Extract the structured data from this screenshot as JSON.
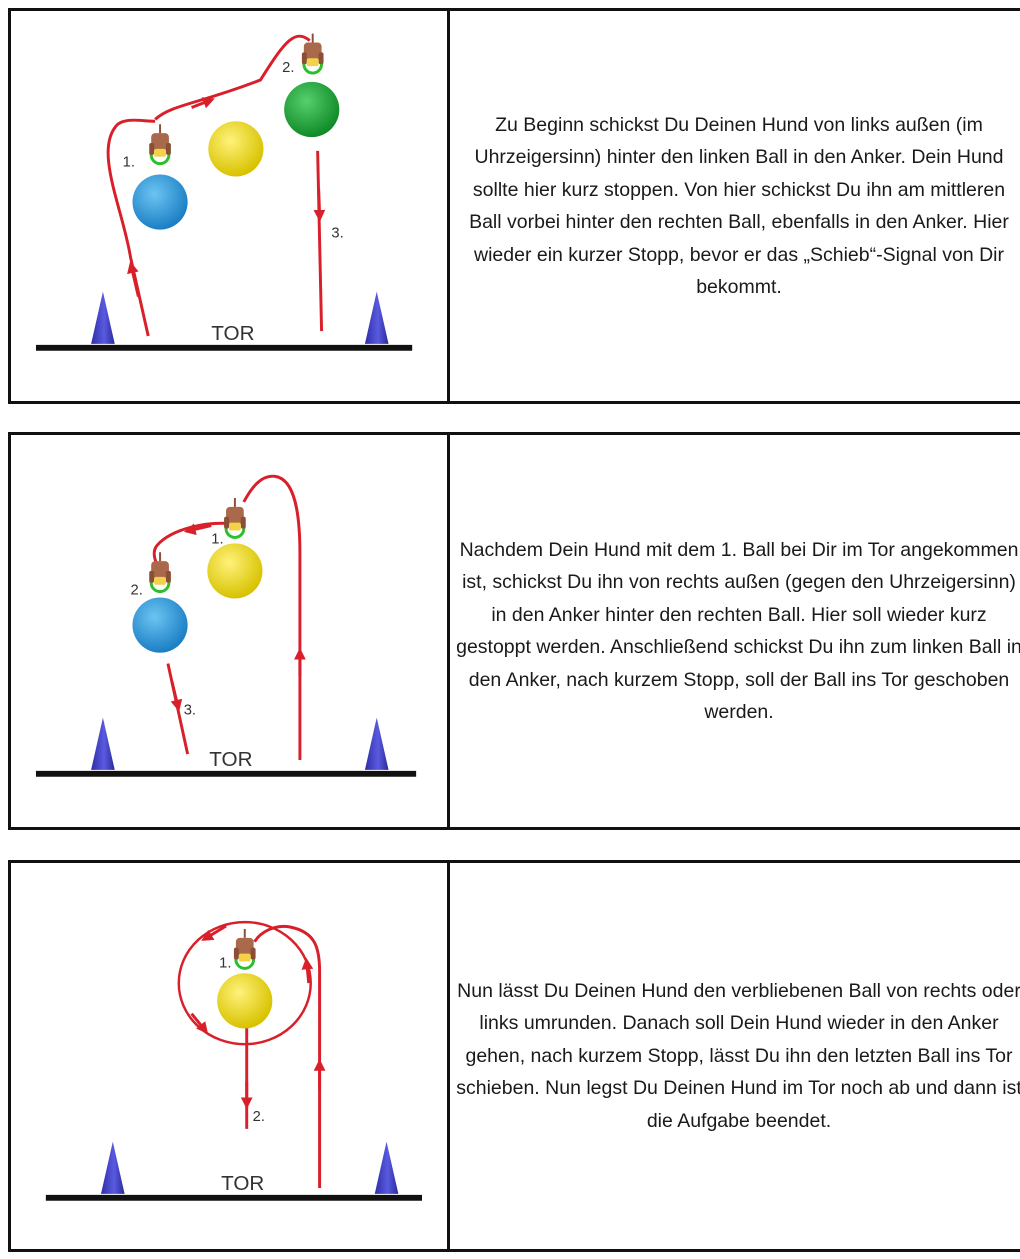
{
  "colors": {
    "path": "#d9202a",
    "ball_blue": "#2f9ee0",
    "ball_yellow": "#ecd81c",
    "ball_green": "#1fa23a",
    "cone": "#3f3fc6",
    "dog": "#a9694a",
    "goal_line": "#111111",
    "anchor": "#2bbf2b"
  },
  "icons": [
    "dog-icon",
    "ball-icon",
    "cone-icon",
    "anchor-icon",
    "arrow-icon"
  ],
  "panels": [
    {
      "goal_label": "TOR",
      "markers": [
        "1.",
        "2.",
        "3."
      ],
      "text": "Zu Beginn schickst Du Deinen Hund von links außen (im Uhrzeigersinn) hinter den linken Ball in den Anker. Dein Hund sollte hier kurz stoppen. Von hier schickst Du ihn am mittleren Ball vorbei hinter den rechten Ball, ebenfalls in den Anker. Hier wieder ein kurzer Stopp, bevor er das „Schieb“-Signal von Dir bekommt."
    },
    {
      "goal_label": "TOR",
      "markers": [
        "1.",
        "2.",
        "3."
      ],
      "text": "Nachdem Dein Hund mit dem 1. Ball bei Dir im Tor angekommen ist, schickst Du ihn von rechts außen (gegen den Uhrzeigersinn) in den Anker hinter den rechten Ball. Hier soll wieder kurz gestoppt werden. Anschließend schickst Du ihn zum linken Ball in den Anker, nach kurzem Stopp, soll der Ball ins Tor geschoben werden."
    },
    {
      "goal_label": "TOR",
      "markers": [
        "1.",
        "2."
      ],
      "text": "Nun lässt Du Deinen Hund den verbliebenen Ball von rechts oder links umrunden. Danach soll Dein Hund wieder in den Anker gehen, nach kurzem Stopp, lässt Du ihn den letzten Ball ins Tor schieben. Nun legst Du Deinen Hund im Tor noch ab und dann ist die Aufgabe beendet."
    }
  ]
}
